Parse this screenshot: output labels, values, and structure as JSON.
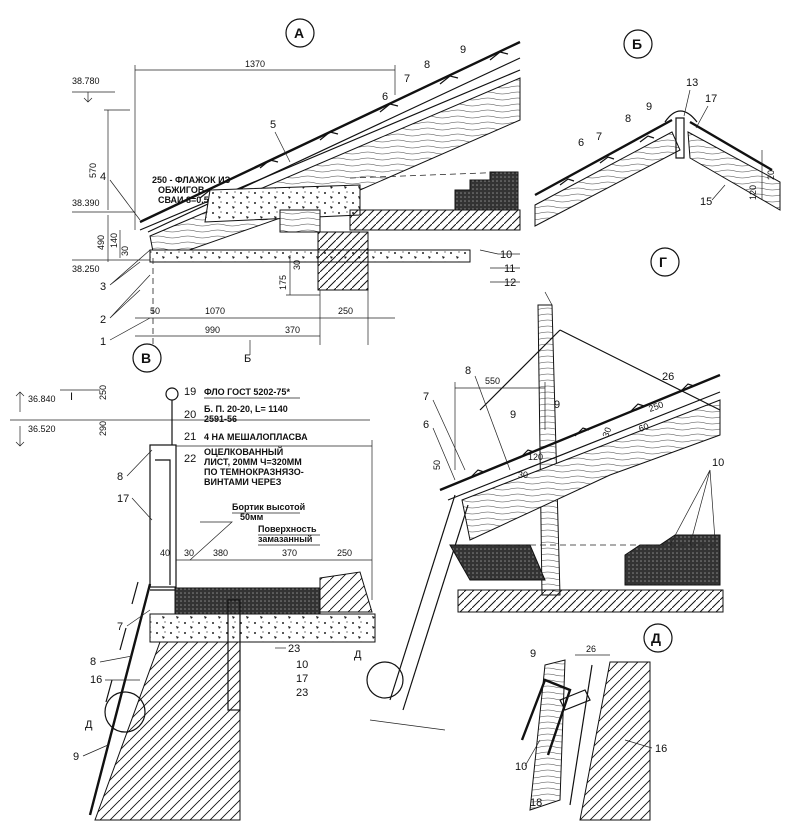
{
  "views": {
    "A": "А",
    "B_cyr": "Б",
    "V": "В",
    "G": "Г",
    "D": "Д",
    "B_section": "Б",
    "I": "I"
  },
  "levels": [
    "38.780",
    "38.390",
    "38.250",
    "36.840",
    "36.520"
  ],
  "dims": {
    "d1370": "1370",
    "d570": "570",
    "d490": "490",
    "d140": "140",
    "d30": "30",
    "d175": "175",
    "d30b": "30",
    "d50": "50",
    "d1070": "1070",
    "d250": "250",
    "d990": "990",
    "d370": "370",
    "d120": "120",
    "d20": "20",
    "d550": "550",
    "d50b": "50",
    "d30c": "30",
    "d120b": "120",
    "d290": "290",
    "d250c": "250",
    "d40": "40",
    "d30d": "30",
    "d380": "380",
    "d370b": "370",
    "d250d": "250",
    "d26": "26",
    "d60": "60",
    "d30e": "30",
    "d250e": "250"
  },
  "notes": {
    "n250_1": "250 - ФЛАЖОК ИЗ",
    "n250_2": "ОБЖИГОВ",
    "n250_3": "СВАИ 8=0.5",
    "n19": "ФЛО ГОСТ 5202-75*",
    "n20a": "Б. П. 20-20, L= 1140",
    "n20b": "2591-56",
    "n21": "4 НА МЕШАЛОПЛАСВА",
    "n22a": "ОЦЕЛКОВАННЫЙ",
    "n22b": "ЛИСТ, 20ММ Ч=320ММ",
    "n22c": "ПО ТЕМНОКРАЗНЯЗО-",
    "n22d": "ВИНТАМИ ЧЕРЕЗ",
    "nb1": "Бортик высотой",
    "nb2": "50мм",
    "np1": "Поверхность",
    "np2": "замазанный"
  },
  "callouts": {
    "c1": "1",
    "c2": "2",
    "c3": "3",
    "c4": "4",
    "c5": "5",
    "c6": "6",
    "c7": "7",
    "c8": "8",
    "c9": "9",
    "c10": "10",
    "c11": "11",
    "c12": "12",
    "cb6": "6",
    "cb7": "7",
    "cb8": "8",
    "cb9": "9",
    "cb13": "13",
    "cb15": "15",
    "cb17": "17",
    "cv7": "7",
    "cv8": "8",
    "cv8b": "8",
    "cv9": "9",
    "cv16": "16",
    "cv17": "17",
    "cv19": "19",
    "cv20": "20",
    "cv21": "21",
    "cv22": "22",
    "cv23": "23",
    "cv10b": "10",
    "cv17b": "17",
    "cv23b": "23",
    "cg6": "6",
    "cg7": "7",
    "cg8": "8",
    "cg9": "9",
    "cg9b": "9",
    "cg10": "10",
    "cg26": "26",
    "cd9": "9",
    "cd10": "10",
    "cd16": "16",
    "cd18": "18"
  }
}
